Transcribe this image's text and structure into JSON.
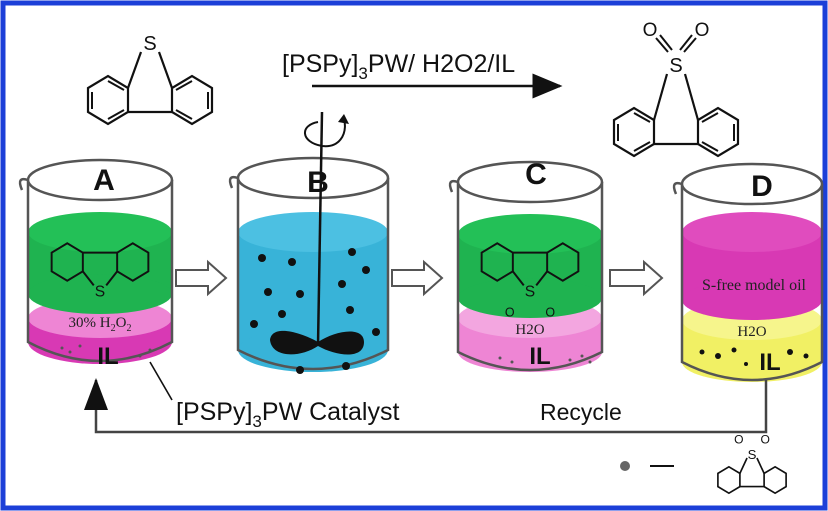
{
  "reaction": {
    "reagent_main": "[PSPy]",
    "reagent_sub": "3",
    "reagent_rest": "PW/ H2O2/IL"
  },
  "atoms": {
    "sulfur": "S",
    "oxygen": "O"
  },
  "beakers": [
    {
      "letter": "A",
      "layers": {
        "phase_label": "30% H",
        "phase_sub": "2",
        "phase_rest": "O",
        "phase_sub2": "2",
        "il_label": "IL"
      }
    },
    {
      "letter": "B"
    },
    {
      "letter": "C",
      "layers": {
        "water_label": "H2O",
        "il_label": "IL"
      }
    },
    {
      "letter": "D",
      "layers": {
        "oil_label": "S-free model oil",
        "water_label": "H2O",
        "il_label": "IL"
      }
    }
  ],
  "bottom": {
    "catalyst_main": "[PSPy]",
    "catalyst_sub": "3",
    "catalyst_rest": "PW Catalyst",
    "recycle_label": "Recycle"
  },
  "colors": {
    "frame_blue": "#1c3fd8",
    "green": "#1fb350",
    "magenta": "#d839b4",
    "pink": "#ee85d4",
    "cyan": "#38b3d8",
    "yellow": "#f1f064"
  }
}
